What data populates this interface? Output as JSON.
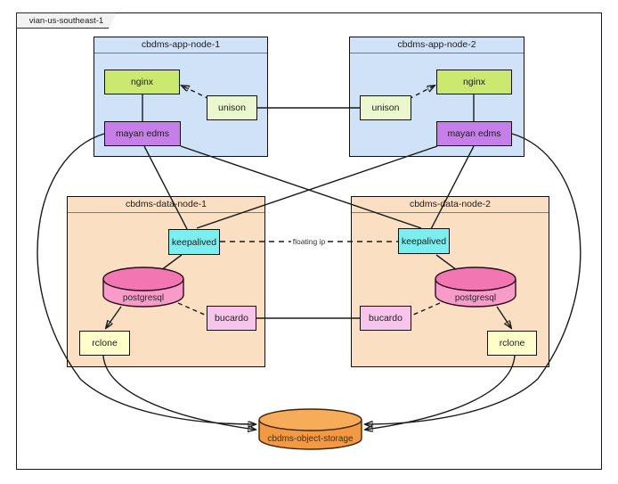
{
  "region": {
    "label": "vian-us-southeast-1"
  },
  "groups": {
    "app1": {
      "title": "cbdms-app-node-1"
    },
    "app2": {
      "title": "cbdms-app-node-2"
    },
    "data1": {
      "title": "cbdms-data-node-1"
    },
    "data2": {
      "title": "cbdms-data-node-2"
    }
  },
  "components": {
    "app1": {
      "nginx": "nginx",
      "unison": "unison",
      "mayan_edms": "mayan edms"
    },
    "app2": {
      "nginx": "nginx",
      "unison": "unison",
      "mayan_edms": "mayan edms"
    },
    "data1": {
      "keepalived": "keepalived",
      "postgresql": "postgresql",
      "bucardo": "bucardo",
      "rclone": "rclone"
    },
    "data2": {
      "keepalived": "keepalived",
      "postgresql": "postgresql",
      "bucardo": "bucardo",
      "rclone": "rclone"
    }
  },
  "storage": {
    "label": "cbdms-object-storage"
  },
  "annotations": {
    "floating_ip": "floating ip"
  },
  "colors": {
    "app_node_fill": "#cfe2f7",
    "data_node_fill": "#fbdfc2",
    "nginx_fill": "#cbe96f",
    "unison_fill": "#ebf8cd",
    "mayan_edms_fill": "#c67fe8",
    "keepalived_fill": "#7beef0",
    "postgresql_body_fill": "#f79cc8",
    "postgresql_top_fill": "#f176b2",
    "bucardo_fill": "#f7c5ec",
    "rclone_fill": "#ffffca",
    "object_storage_body_fill": "#f19a43",
    "object_storage_top_fill": "#f6ac58",
    "edge_stroke": "#1a1a1a"
  },
  "connections": [
    {
      "from": "nginx-1",
      "to": "mayan-edms-1",
      "style": "solid"
    },
    {
      "from": "unison-1",
      "to": "nginx-1",
      "style": "dashed-arrow"
    },
    {
      "from": "unison-1",
      "to": "unison-2",
      "style": "solid"
    },
    {
      "from": "unison-2",
      "to": "nginx-2",
      "style": "dashed-arrow"
    },
    {
      "from": "nginx-2",
      "to": "mayan-edms-2",
      "style": "solid"
    },
    {
      "from": "mayan-edms-1",
      "to": "keepalived-1",
      "style": "solid"
    },
    {
      "from": "mayan-edms-1",
      "to": "keepalived-2",
      "style": "solid"
    },
    {
      "from": "mayan-edms-2",
      "to": "keepalived-1",
      "style": "solid"
    },
    {
      "from": "mayan-edms-2",
      "to": "keepalived-2",
      "style": "solid"
    },
    {
      "from": "keepalived-1",
      "to": "keepalived-2",
      "style": "dashed",
      "label": "floating ip"
    },
    {
      "from": "keepalived-1",
      "to": "postgresql-1",
      "style": "solid"
    },
    {
      "from": "keepalived-2",
      "to": "postgresql-2",
      "style": "solid"
    },
    {
      "from": "postgresql-1",
      "to": "rclone-1",
      "style": "arrow"
    },
    {
      "from": "postgresql-2",
      "to": "rclone-2",
      "style": "arrow"
    },
    {
      "from": "postgresql-1",
      "to": "bucardo-1",
      "style": "dashed"
    },
    {
      "from": "postgresql-2",
      "to": "bucardo-2",
      "style": "dashed"
    },
    {
      "from": "bucardo-1",
      "to": "bucardo-2",
      "style": "solid"
    },
    {
      "from": "mayan-edms-1",
      "to": "cbdms-object-storage",
      "style": "arrow"
    },
    {
      "from": "mayan-edms-2",
      "to": "cbdms-object-storage",
      "style": "arrow"
    },
    {
      "from": "rclone-1",
      "to": "cbdms-object-storage",
      "style": "arrow"
    },
    {
      "from": "rclone-2",
      "to": "cbdms-object-storage",
      "style": "arrow"
    }
  ]
}
